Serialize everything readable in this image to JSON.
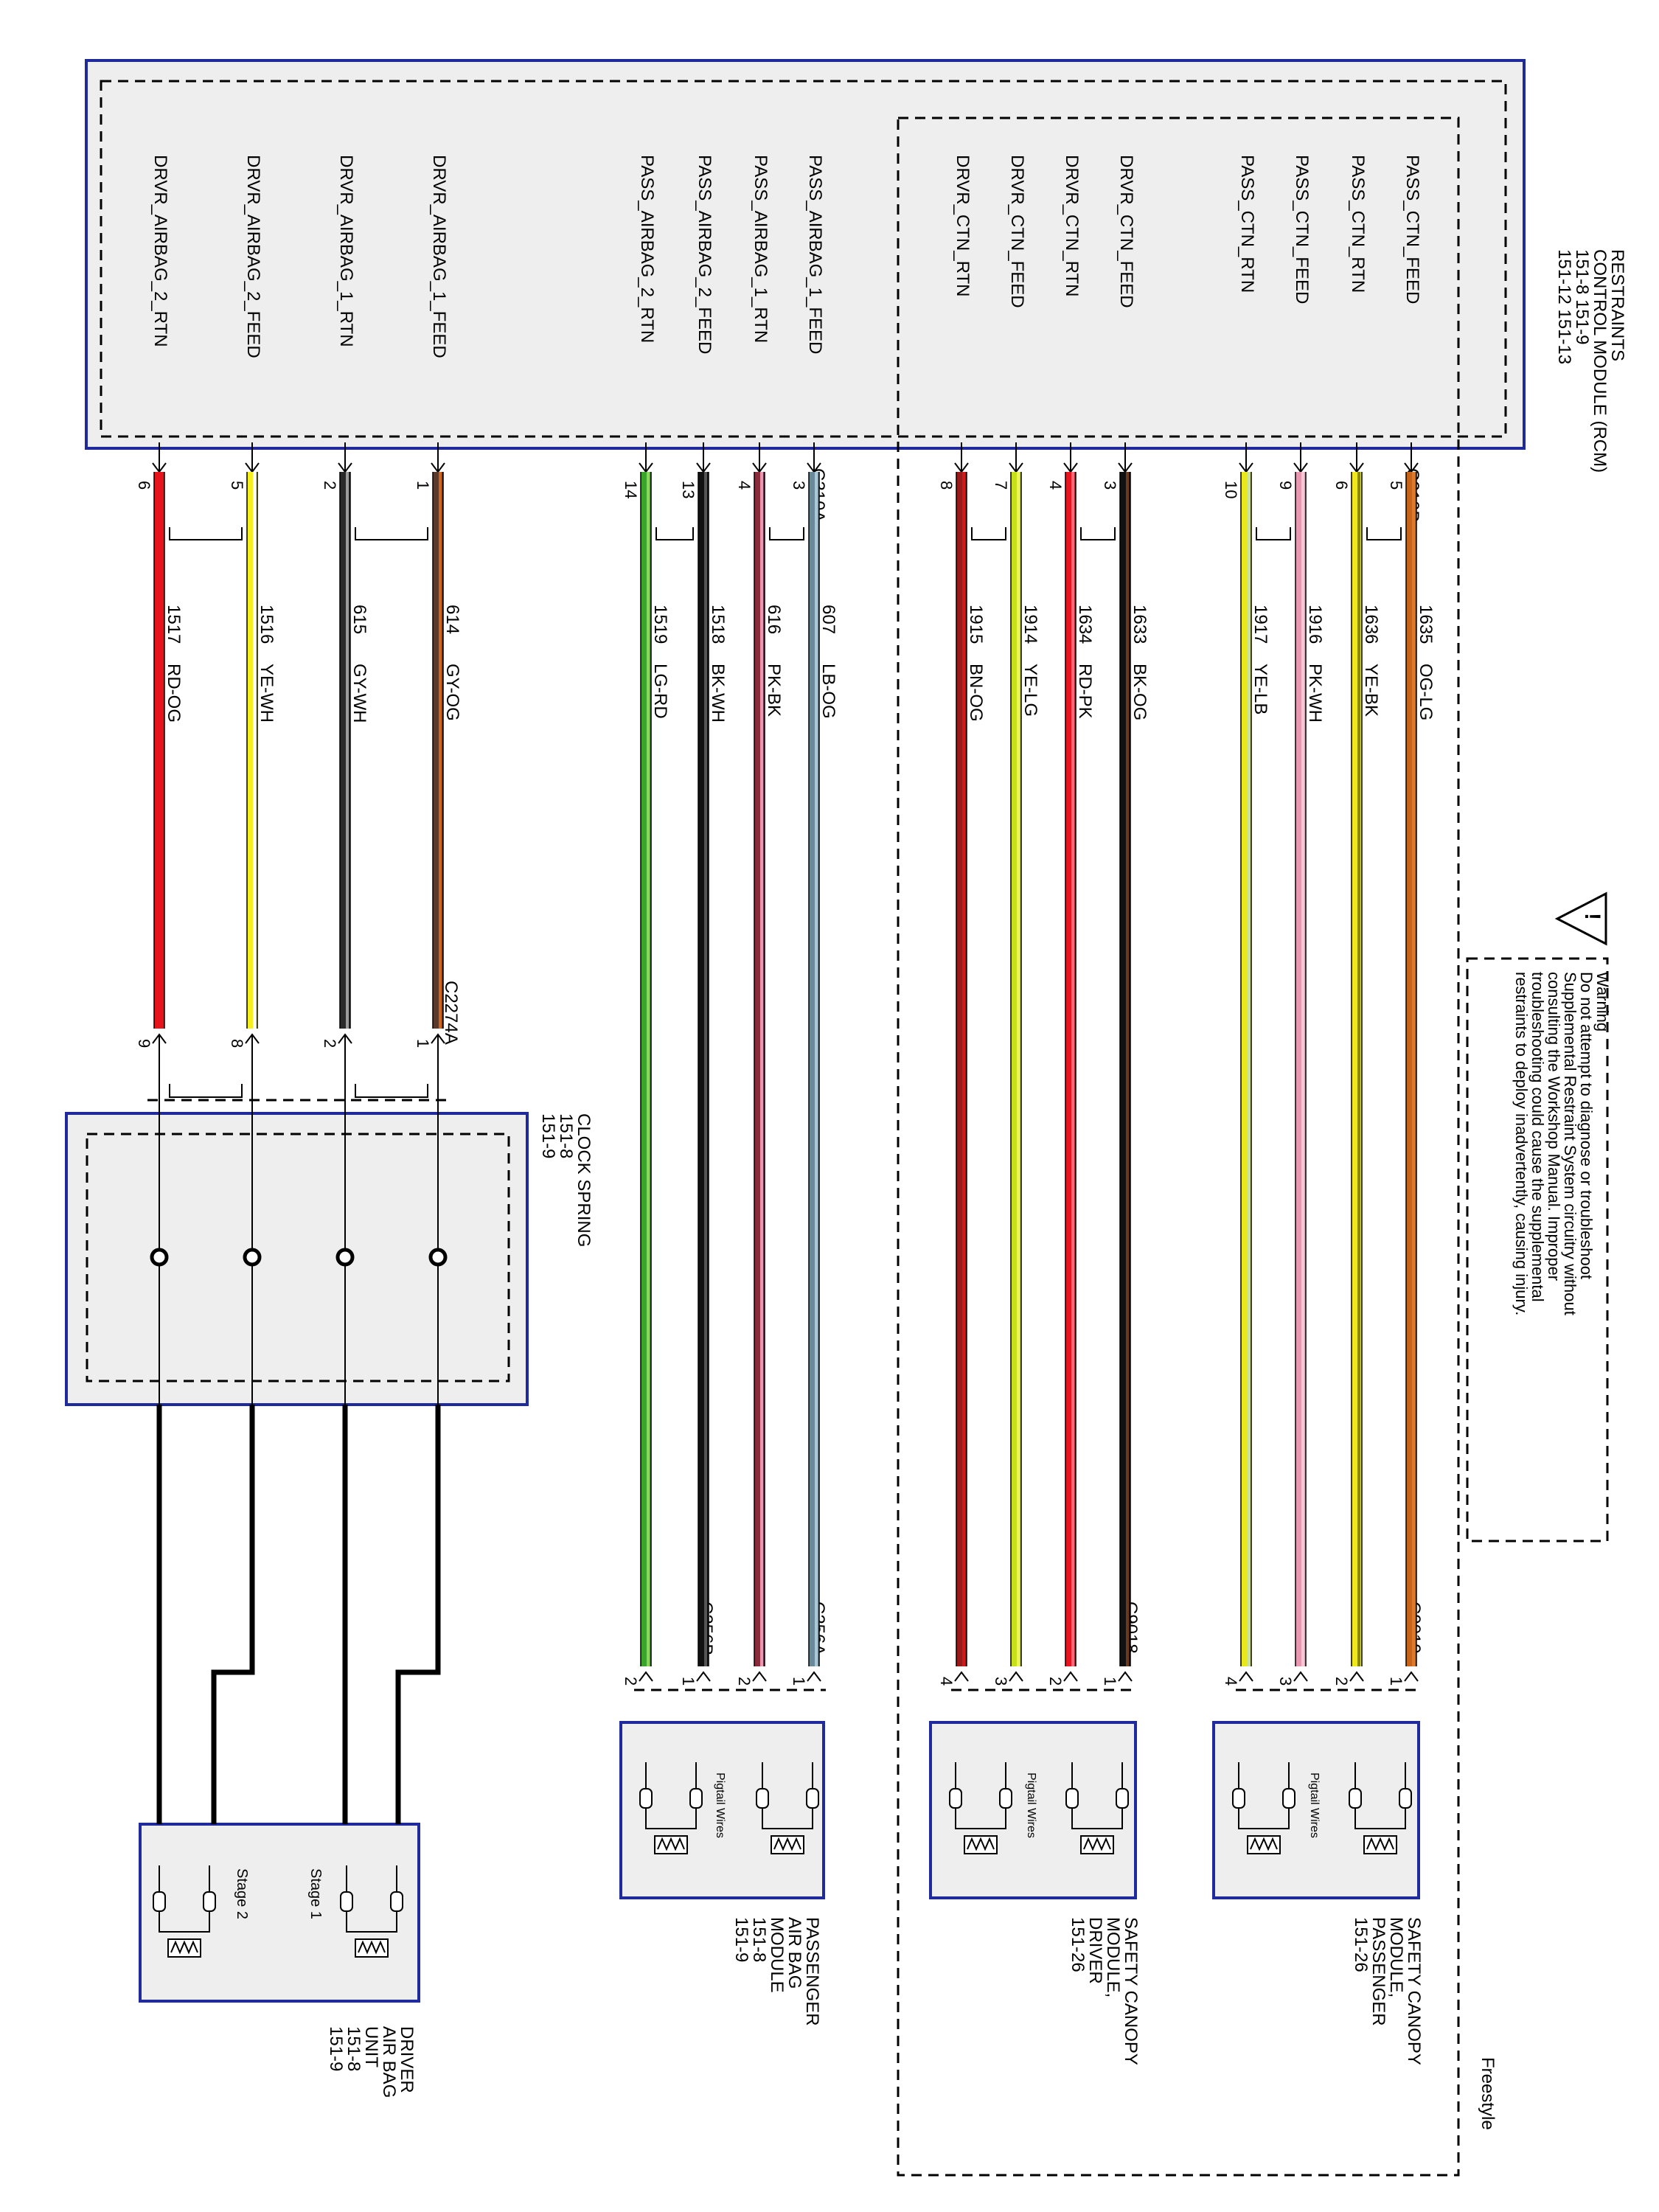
{
  "rcm": {
    "title_lines": [
      "RESTRAINTS",
      "CONTROL MODULE (RCM)",
      "151-8      151-9",
      "151-12    151-13"
    ]
  },
  "signals": [
    "DRVR_AIRBAG_2_RTN",
    "DRVR_AIRBAG_2_FEED",
    "DRVR_AIRBAG_1_RTN",
    "DRVR_AIRBAG_1_FEED",
    "PASS_AIRBAG_2_RTN",
    "PASS_AIRBAG_2_FEED",
    "PASS_AIRBAG_1_RTN",
    "PASS_AIRBAG_1_FEED",
    "DRVR_CTN_RTN",
    "DRVR_CTN_FEED",
    "DRVR_CTN_RTN",
    "DRVR_CTN_FEED",
    "PASS_CTN_RTN",
    "PASS_CTN_FEED",
    "PASS_CTN_RTN",
    "PASS_CTN_FEED"
  ],
  "connectors": {
    "c310a": "C310A",
    "c310b": "C310B",
    "c2274a": "C2274A",
    "c256a": "C256A",
    "c256b": "C256B",
    "c9018": "C9018",
    "c9019": "C9019"
  },
  "wires": [
    {
      "rcm_pin": "6",
      "circuit": "1517",
      "color_code": "RD-OG",
      "end_pin": "9",
      "stroke": "#e8141b",
      "stripe": "#e8141b"
    },
    {
      "rcm_pin": "5",
      "circuit": "1516",
      "color_code": "YE-WH",
      "end_pin": "8",
      "stroke": "#f5f01e",
      "stripe": "#ffffff"
    },
    {
      "rcm_pin": "2",
      "circuit": "615",
      "color_code": "GY-WH",
      "end_pin": "2",
      "stroke": "#2a2a2a",
      "stripe": "#9c9c9c"
    },
    {
      "rcm_pin": "1",
      "circuit": "614",
      "color_code": "GY-OG",
      "end_pin": "1",
      "stroke": "#5a3a2a",
      "stripe": "#d0651e"
    },
    {
      "rcm_pin": "14",
      "circuit": "1519",
      "color_code": "LG-RD",
      "end_pin": "2",
      "stroke": "#3aa52a",
      "stripe": "#8cd65a"
    },
    {
      "rcm_pin": "13",
      "circuit": "1518",
      "color_code": "BK-WH",
      "end_pin": "1",
      "stroke": "#111111",
      "stripe": "#555555"
    },
    {
      "rcm_pin": "4",
      "circuit": "616",
      "color_code": "PK-BK",
      "end_pin": "2",
      "stroke": "#8a2a3a",
      "stripe": "#e898b0"
    },
    {
      "rcm_pin": "3",
      "circuit": "607",
      "color_code": "LB-OG",
      "end_pin": "1",
      "stroke": "#6a8a9a",
      "stripe": "#a8c8d6"
    },
    {
      "rcm_pin": "8",
      "circuit": "1915",
      "color_code": "BN-OG",
      "end_pin": "4",
      "stroke": "#9a1a1a",
      "stripe": "#d01a1a"
    },
    {
      "rcm_pin": "7",
      "circuit": "1914",
      "color_code": "YE-LG",
      "end_pin": "3",
      "stroke": "#c8e01a",
      "stripe": "#eef55a"
    },
    {
      "rcm_pin": "4",
      "circuit": "1634",
      "color_code": "RD-PK",
      "end_pin": "2",
      "stroke": "#e81420",
      "stripe": "#ff6a7a"
    },
    {
      "rcm_pin": "3",
      "circuit": "1633",
      "color_code": "BK-OG",
      "end_pin": "1",
      "stroke": "#111111",
      "stripe": "#6a3a1a"
    },
    {
      "rcm_pin": "10",
      "circuit": "1917",
      "color_code": "YE-LB",
      "end_pin": "4",
      "stroke": "#e8e81a",
      "stripe": "#c8e0a0"
    },
    {
      "rcm_pin": "9",
      "circuit": "1916",
      "color_code": "PK-WH",
      "end_pin": "3",
      "stroke": "#e898b0",
      "stripe": "#f5c8d6"
    },
    {
      "rcm_pin": "6",
      "circuit": "1636",
      "color_code": "YE-BK",
      "end_pin": "2",
      "stroke": "#f0e81a",
      "stripe": "#888800"
    },
    {
      "rcm_pin": "5",
      "circuit": "1635",
      "color_code": "OG-LG",
      "end_pin": "1",
      "stroke": "#c8641a",
      "stripe": "#e07a2a"
    }
  ],
  "clock_spring": {
    "lines": [
      "CLOCK SPRING",
      "151-8",
      "151-9"
    ]
  },
  "driver_airbag": {
    "lines": [
      "DRIVER",
      "AIR BAG",
      "UNIT",
      "151-8",
      "151-9"
    ],
    "stage1": "Stage 1",
    "stage2": "Stage 2"
  },
  "passenger_airbag": {
    "lines": [
      "PASSENGER",
      "AIR BAG",
      "MODULE",
      "151-8",
      "151-9"
    ],
    "pigtail": "Pigtail Wires"
  },
  "canopy_driver": {
    "lines": [
      "SAFETY CANOPY",
      "MODULE,",
      "DRIVER",
      "151-26"
    ],
    "pigtail": "Pigtail Wires"
  },
  "canopy_passenger": {
    "lines": [
      "SAFETY CANOPY",
      "MODULE,",
      "PASSENGER",
      "151-26"
    ],
    "pigtail": "Pigtail Wires"
  },
  "warning": {
    "lines": [
      "Warning",
      "Do not attempt to diagnose or troubleshoot",
      "Supplemental Restraint System circuitry without",
      "consulting the Workshop Manual. Improper",
      "troubleshooting could cause the supplemental",
      "restraints to deploy inadvertently, causing injury."
    ],
    "icon": "!"
  },
  "freestyle_label": "Freestyle"
}
